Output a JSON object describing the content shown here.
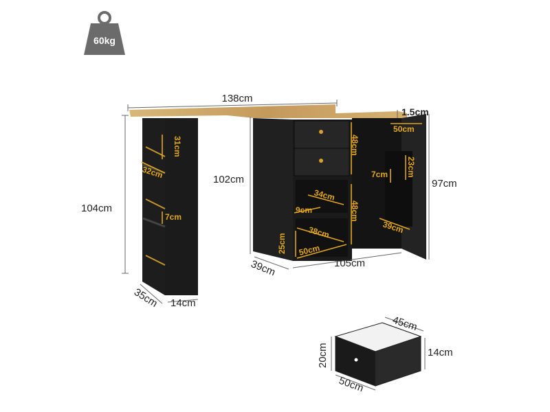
{
  "weight": {
    "label": "60kg",
    "icon": "weight-icon"
  },
  "dimensions": {
    "overall_width": "138cm",
    "overall_height": "104cm",
    "cabinet_height": "102cm",
    "door_height": "97cm",
    "top_thickness": "1.5cm",
    "side_depth": "35cm",
    "side_width": "14cm",
    "cabinet_depth": "39cm",
    "cabinet_width": "105cm"
  },
  "shelf_dims": {
    "shelf_height": "31cm",
    "shelf_depth": "32cm",
    "shelf_gap": "7cm",
    "drawer_section_height": "48cm",
    "open_section_height": "48cm",
    "open_shelf_width": "34cm",
    "open_shelf_gap": "9cm",
    "bottom_shelf_width": "38cm",
    "bottom_shelf_height": "25cm",
    "bottom_depth": "50cm",
    "door_inner_width": "50cm",
    "door_shelf_height": "23cm",
    "door_shelf_gap": "7cm",
    "door_shelf_depth": "39cm"
  },
  "drawer": {
    "depth": "45cm",
    "height": "14cm",
    "front_height": "20cm",
    "width": "50cm"
  },
  "colors": {
    "wood": "#c9a469",
    "body": "#1c1c1c",
    "accent": "#e3a81a"
  }
}
